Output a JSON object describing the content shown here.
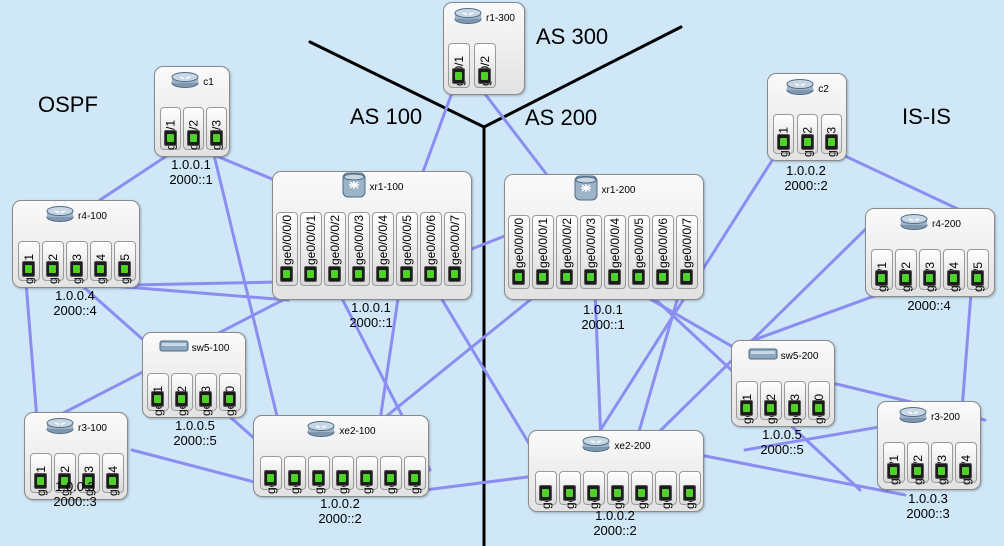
{
  "areas": {
    "ospf": "OSPF",
    "as100": "AS 100",
    "as300": "AS 300",
    "as200": "AS 200",
    "isis": "IS-IS"
  },
  "colors": {
    "background": "#cfe7f7",
    "link": "#8b8ef0",
    "boundary": "#000000",
    "port_led": "#4fd12a"
  },
  "devices": {
    "r1_300": {
      "name": "r1-300",
      "icon": "router-icon",
      "ports": [
        "ge0/1",
        "ge0/2"
      ],
      "ipv4": "",
      "ipv6": ""
    },
    "c1": {
      "name": "c1",
      "icon": "router-icon",
      "ports": [
        "ge0/1",
        "ge0/2",
        "ge0/3"
      ],
      "ipv4": "1.0.0.1",
      "ipv6": "2000::1"
    },
    "r4_100": {
      "name": "r4-100",
      "icon": "router-icon",
      "ports": [
        "ge0/1",
        "ge0/2",
        "ge0/3",
        "ge0/4",
        "ge0/5"
      ],
      "ipv4": "1.0.0.4",
      "ipv6": "2000::4"
    },
    "xr1_100": {
      "name": "xr1-100",
      "icon": "xr-router-icon",
      "ports": [
        "ge0/0/0/0",
        "ge0/0/0/1",
        "ge0/0/0/2",
        "ge0/0/0/3",
        "ge0/0/0/4",
        "ge0/0/0/5",
        "ge0/0/0/6",
        "ge0/0/0/7"
      ],
      "ipv4": "1.0.0.1",
      "ipv6": "2000::1"
    },
    "sw5_100": {
      "name": "sw5-100",
      "icon": "switch-icon",
      "ports": [
        "ge0/1",
        "ge0/2",
        "ge0/3",
        "ge1/0"
      ],
      "ipv4": "1.0.0.5",
      "ipv6": "2000::5"
    },
    "r3_100": {
      "name": "r3-100",
      "icon": "router-icon",
      "ports": [
        "ge0/1",
        "ge0/2",
        "ge0/3",
        "ge0/4"
      ],
      "ipv4": "1.0.0.3",
      "ipv6": "2000::3"
    },
    "xe2_100": {
      "name": "xe2-100",
      "icon": "router-icon",
      "ports": [
        "ge2",
        "ge3",
        "ge4",
        "ge5",
        "ge6",
        "ge7",
        "ge8"
      ],
      "ipv4": "1.0.0.2",
      "ipv6": "2000::2"
    },
    "c2": {
      "name": "c2",
      "icon": "router-icon",
      "ports": [
        "ge0/1",
        "ge0/2",
        "ge0/3"
      ],
      "ipv4": "1.0.0.2",
      "ipv6": "2000::2"
    },
    "xr1_200": {
      "name": "xr1-200",
      "icon": "xr-router-icon",
      "ports": [
        "ge0/0/0/0",
        "ge0/0/0/1",
        "ge0/0/0/2",
        "ge0/0/0/3",
        "ge0/0/0/4",
        "ge0/0/0/5",
        "ge0/0/0/6",
        "ge0/0/0/7"
      ],
      "ipv4": "1.0.0.1",
      "ipv6": "2000::1"
    },
    "r4_200": {
      "name": "r4-200",
      "icon": "router-icon",
      "ports": [
        "ge0/1",
        "ge0/2",
        "ge0/3",
        "ge0/4",
        "ge0/5"
      ],
      "ipv4": "",
      "ipv6": "2000::4"
    },
    "sw5_200": {
      "name": "sw5-200",
      "icon": "switch-icon",
      "ports": [
        "ge0/1",
        "ge0/2",
        "ge0/3",
        "ge1/0"
      ],
      "ipv4": "1.0.0.5",
      "ipv6": "2000::5"
    },
    "r3_200": {
      "name": "r3-200",
      "icon": "router-icon",
      "ports": [
        "ge0/1",
        "ge0/2",
        "ge0/3",
        "ge0/4"
      ],
      "ipv4": "1.0.0.3",
      "ipv6": "2000::3"
    },
    "xe2_200": {
      "name": "xe2-200",
      "icon": "router-icon",
      "ports": [
        "ge2",
        "ge3",
        "ge4",
        "ge5",
        "ge6",
        "ge7",
        "ge8"
      ],
      "ipv4": "1.0.0.2",
      "ipv6": "2000::2"
    }
  }
}
